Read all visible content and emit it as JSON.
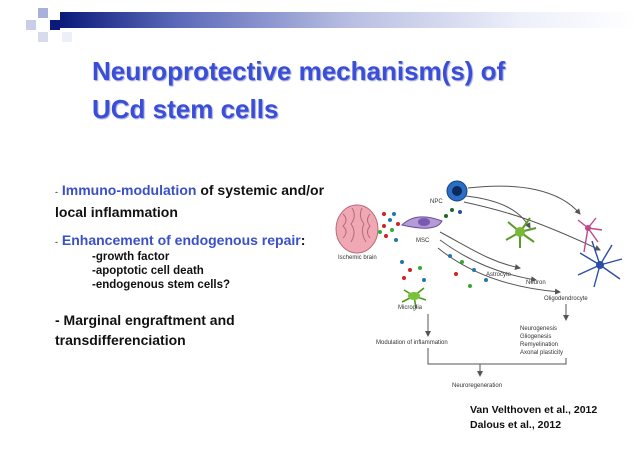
{
  "title_line1": "Neuroprotective mechanism(s) of",
  "title_line2": "UCd stem cells",
  "bullets": {
    "b1_dash": "-",
    "b1_highlight": "Immuno-modulation",
    "b1_rest": " of systemic and/or",
    "b1_line2": "local inflammation",
    "b2_dash": "-",
    "b2_highlight": "Enhancement of endogenous repair",
    "b2_colon": ":",
    "b2_sub": [
      "-growth factor",
      "-apoptotic cell death",
      "-endogenous stem cells?"
    ],
    "b3_line1": "- Marginal engraftment and",
    "b3_line2": "transdifferenciation"
  },
  "diagram": {
    "npc": "NPC",
    "msc": "MSC",
    "ischemic_brain": "Ischemic brain",
    "astrocyte": "Astrocyte",
    "neuron": "Neuron",
    "oligodendrocyte": "Oligodendrocyte",
    "microglia": "Microglia",
    "modulation": "Modulation of inflammation",
    "outcomes": [
      "Neurogenesis",
      "Gliogenesis",
      "Remyelination",
      "Axonal plasticity"
    ],
    "neuroregeneration": "Neuroregeneration"
  },
  "references": [
    "Van Velthoven et al., 2012",
    "Dalous et al., 2012"
  ],
  "colors": {
    "title": "#3a4ed8",
    "highlight": "#3a50c8",
    "header_bar": "#0a1a7a"
  }
}
